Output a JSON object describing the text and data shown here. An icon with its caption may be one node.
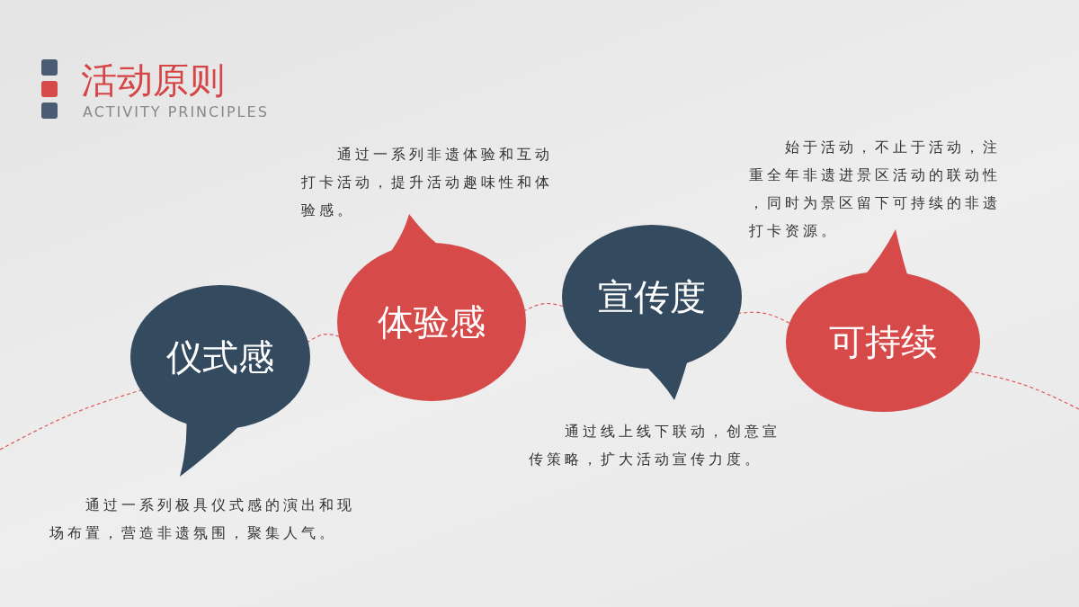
{
  "diagram": {
    "title": "活动原则",
    "nodes": [
      {
        "text": [
          "仪式感"
        ],
        "beside": [
          "通过一系列极具仪式感的演出和现场布置，营造非遗氛围，聚集人气。"
        ]
      },
      {
        "text": [
          "体验感"
        ],
        "beside": [
          "通过一系列非遗体验和互动打卡活动，提升活动趣味性和体验感。"
        ]
      },
      {
        "text": [
          "宣传度"
        ],
        "beside": [
          "通过线上线下联动，创意宣传策略，扩大活动宣传力度。"
        ]
      },
      {
        "text": [
          "可持续"
        ],
        "beside": [
          "始于活动，不止于活动，注重全年非遗进景区活动的联动性，同时为景区留下可持续的非遗打卡资源。"
        ]
      }
    ],
    "edges": [
      {
        "from": null,
        "to": 0,
        "arrow": "none",
        "style": "dashed"
      },
      {
        "from": 0,
        "to": 1,
        "arrow": "none",
        "style": "dashed"
      },
      {
        "from": 1,
        "to": 2,
        "arrow": "none",
        "style": "dashed"
      },
      {
        "from": 2,
        "to": 3,
        "arrow": "none",
        "style": "dashed"
      },
      {
        "from": 3,
        "to": null,
        "arrow": "none",
        "style": "dashed"
      }
    ],
    "labels": [
      "ACTIVITY PRINCIPLES"
    ]
  }
}
